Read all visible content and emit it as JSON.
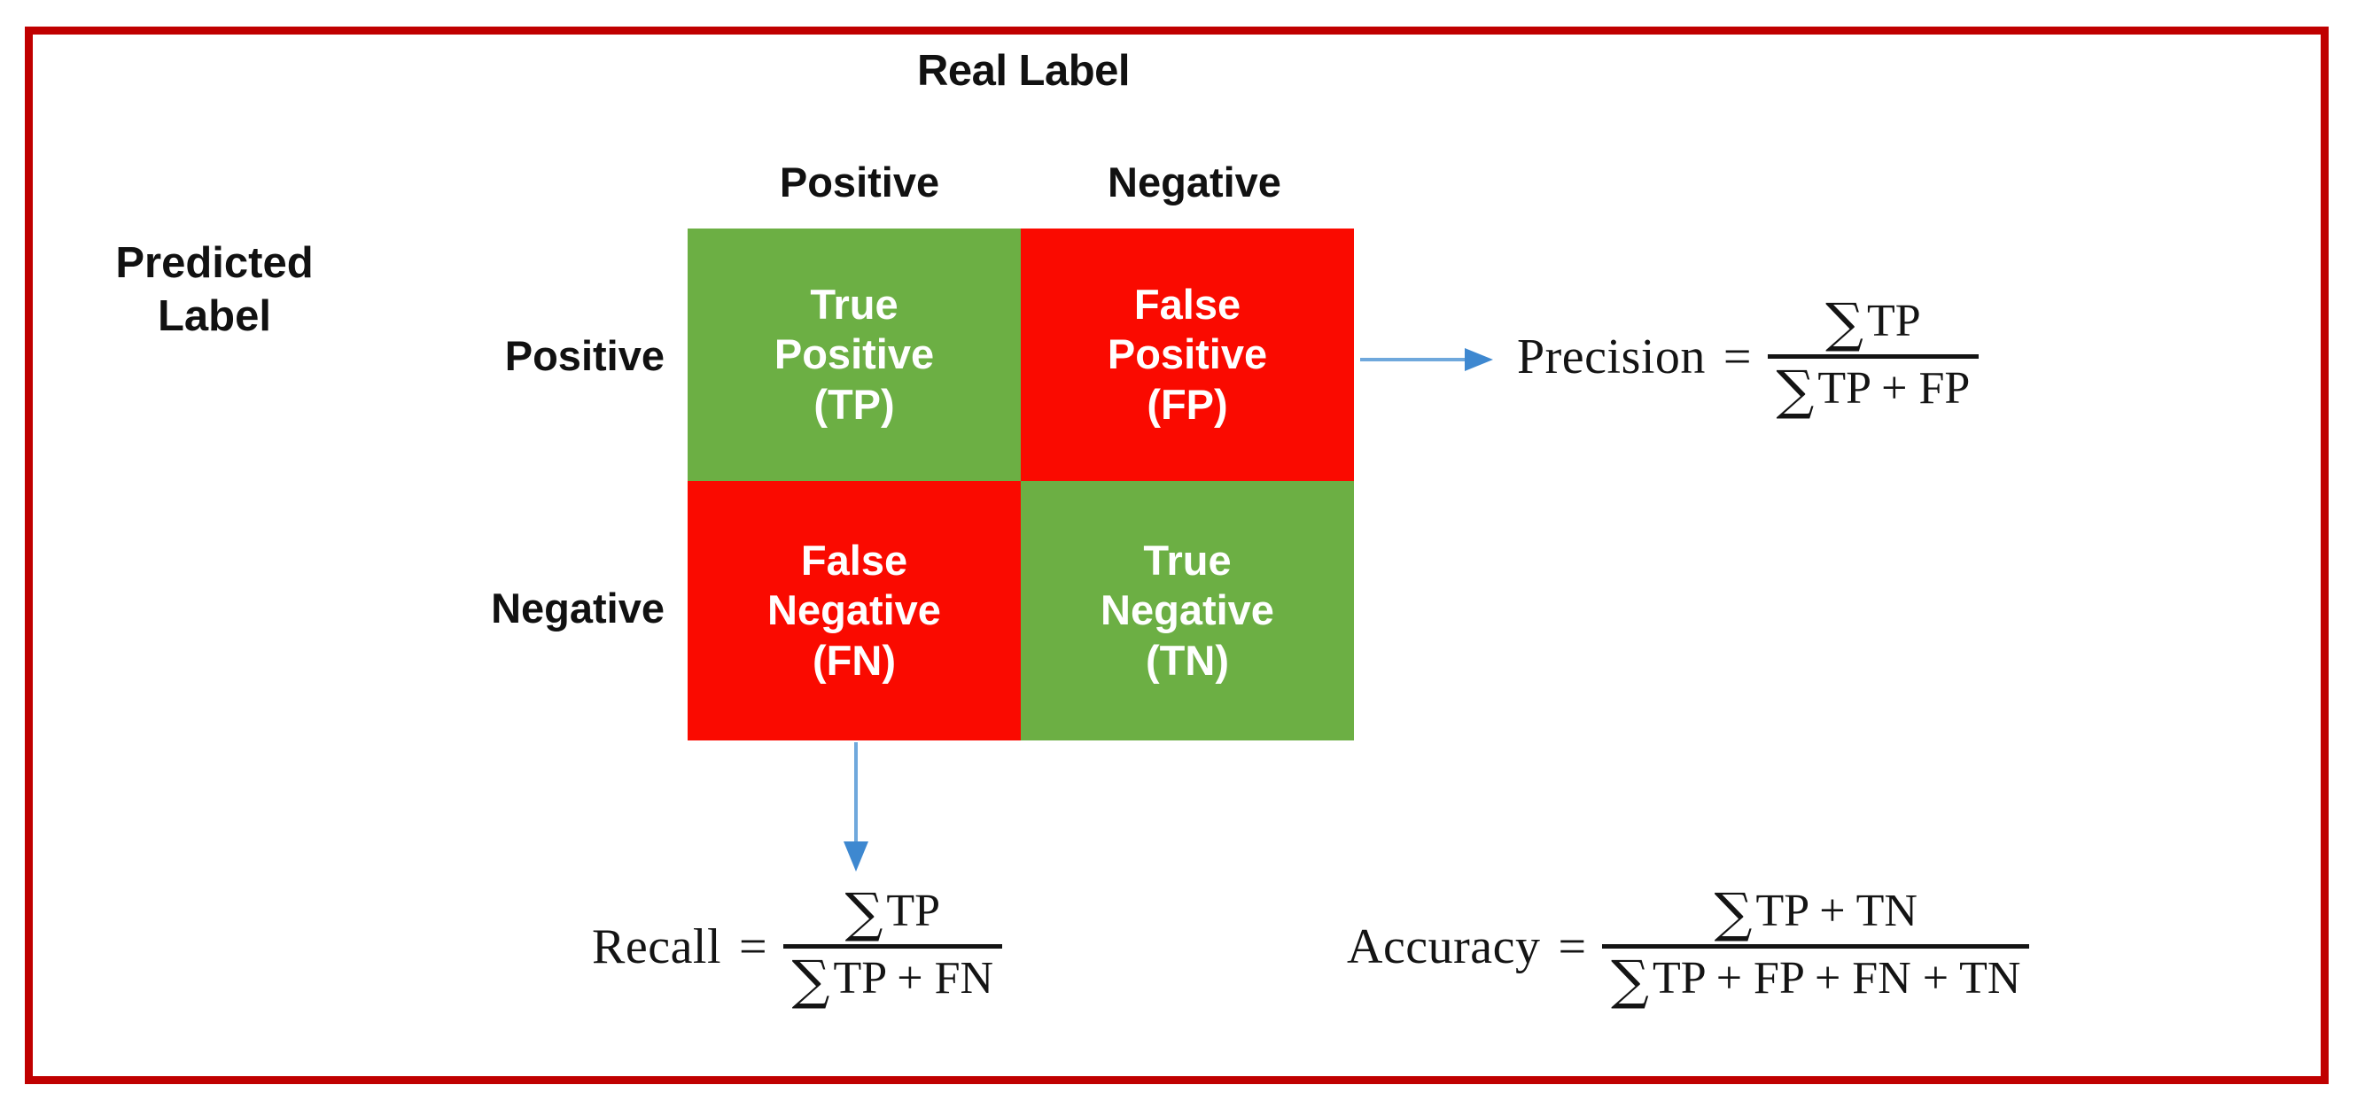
{
  "frame": {
    "border_color": "#C00000"
  },
  "axes": {
    "column_axis_title": "Real Label",
    "row_axis_title_line1": "Predicted",
    "row_axis_title_line2": "Label",
    "column_headers": [
      "Positive",
      "Negative"
    ],
    "row_headers": [
      "Positive",
      "Negative"
    ]
  },
  "matrix": {
    "cells": [
      {
        "id": "true-positive",
        "line1": "True",
        "line2": "Positive",
        "line3": "(TP)",
        "abbrev": "TP",
        "color": "#6CAF44",
        "color_name": "green",
        "row": "Positive",
        "column": "Positive"
      },
      {
        "id": "false-positive",
        "line1": "False",
        "line2": "Positive",
        "line3": "(FP)",
        "abbrev": "FP",
        "color": "#FA0A00",
        "color_name": "red",
        "row": "Positive",
        "column": "Negative"
      },
      {
        "id": "false-negative",
        "line1": "False",
        "line2": "Negative",
        "line3": "(FN)",
        "abbrev": "FN",
        "color": "#FA0A00",
        "color_name": "red",
        "row": "Negative",
        "column": "Positive"
      },
      {
        "id": "true-negative",
        "line1": "True",
        "line2": "Negative",
        "line3": "(TN)",
        "abbrev": "TN",
        "color": "#6CAF44",
        "color_name": "green",
        "row": "Negative",
        "column": "Negative"
      }
    ]
  },
  "arrows": {
    "color": "#6FA8DC",
    "head_color": "#3E88D0",
    "to_precision": "arrow-right",
    "to_recall": "arrow-down"
  },
  "equations": {
    "precision": {
      "name": "Precision",
      "equals": "=",
      "sigma": "∑",
      "numerator": "TP",
      "denominator": "TP + FP"
    },
    "recall": {
      "name": "Recall",
      "equals": "=",
      "sigma": "∑",
      "numerator": "TP",
      "denominator": "TP + FN"
    },
    "accuracy": {
      "name": "Accuracy",
      "equals": "=",
      "sigma": "∑",
      "numerator": "TP + TN",
      "denominator": "TP + FP + FN + TN"
    }
  }
}
